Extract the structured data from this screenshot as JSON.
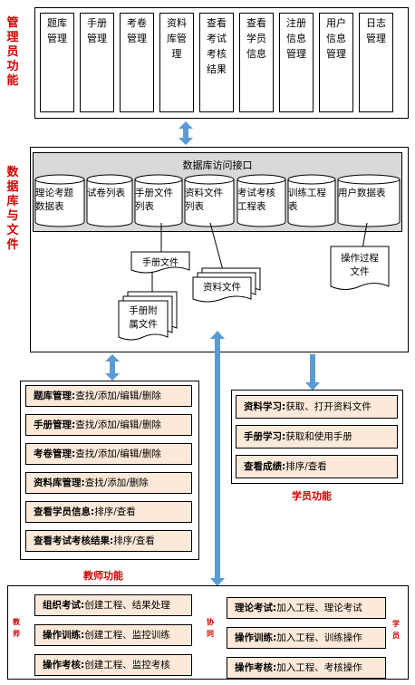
{
  "admin": {
    "label": "管理员功能",
    "boxes": [
      "题库\n管理",
      "手册\n管理",
      "考卷\n管理",
      "资料\n库管\n理",
      "查看\n考试\n考核\n结果",
      "查看\n学员\n信息",
      "注册\n信息\n管理",
      "用户\n信息\n管理",
      "日志\n管理"
    ]
  },
  "db": {
    "label": "数据库与文件",
    "interface_title": "数据库访问接口",
    "tables": [
      {
        "l1": "理论考题",
        "l2": "数据表"
      },
      {
        "l1": "试卷列表",
        "l2": ""
      },
      {
        "l1": "手册文件",
        "l2": "列表"
      },
      {
        "l1": "资料文件",
        "l2": "列表"
      },
      {
        "l1": "考试考核",
        "l2": "工程表"
      },
      {
        "l1": "训练工程",
        "l2": "表"
      },
      {
        "l1": "用户数据表",
        "l2": ""
      }
    ],
    "files": {
      "manual": "手册文件",
      "material": "资料文件",
      "attachment_l1": "手册附",
      "attachment_l2": "属文件",
      "oplog_l1": "操作过程",
      "oplog_l2": "文件"
    }
  },
  "teacher": {
    "label": "教师功能",
    "rows": [
      {
        "title": "题库管理:",
        "desc": "查找/添加/编辑/删除"
      },
      {
        "title": "手册管理:",
        "desc": "查找/添加/编辑/删除"
      },
      {
        "title": "考卷管理:",
        "desc": "查找/添加/编辑/删除"
      },
      {
        "title": "资料库管理:",
        "desc": "查找/添加/删除"
      },
      {
        "title": "查看学员信息:",
        "desc": "排序/查看"
      },
      {
        "title": "查看考试考核结果:",
        "desc": "排序/查看"
      }
    ]
  },
  "student": {
    "label": "学员功能",
    "rows": [
      {
        "title": "资料学习:",
        "desc": "获取、打开资料文件"
      },
      {
        "title": "手册学习:",
        "desc": "获取和使用手册"
      },
      {
        "title": "查看成绩:",
        "desc": "排序/查看"
      }
    ]
  },
  "collab": {
    "left_label": "教师",
    "mid_label": "协同",
    "right_label": "学员",
    "teacher_rows": [
      {
        "title": "组织考试:",
        "desc": "创建工程、结果处理"
      },
      {
        "title": "操作训练:",
        "desc": "创建工程、监控训练"
      },
      {
        "title": "操作考核:",
        "desc": "创建工程、监控考核"
      }
    ],
    "student_rows": [
      {
        "title": "理论考试:",
        "desc": "加入工程、理论考试"
      },
      {
        "title": "操作训练:",
        "desc": "加入工程、训练操作"
      },
      {
        "title": "操作考核:",
        "desc": "加入工程、考核操作"
      }
    ]
  }
}
